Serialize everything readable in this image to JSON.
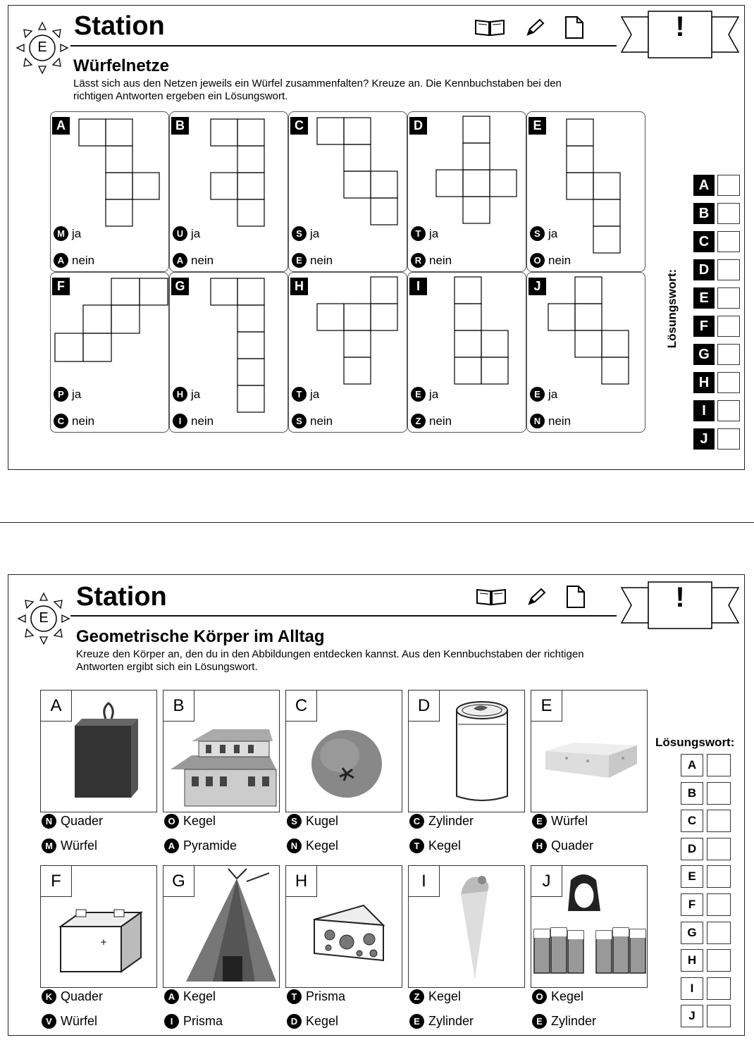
{
  "card1": {
    "level": "E",
    "header": "Station",
    "banner": "!",
    "title": "Würfelnetze",
    "instruction_1": "Lässt sich aus den Netzen jeweils ein Würfel zusammenfalten? Kreuze an. Die Kennbuchstaben bei den",
    "instruction_2": "richtigen Antworten ergeben ein Lösungswort.",
    "nets": [
      {
        "label": "A",
        "yes": {
          "code": "M",
          "text": "ja"
        },
        "no": {
          "code": "A",
          "text": "nein"
        }
      },
      {
        "label": "B",
        "yes": {
          "code": "U",
          "text": "ja"
        },
        "no": {
          "code": "A",
          "text": "nein"
        }
      },
      {
        "label": "C",
        "yes": {
          "code": "S",
          "text": "ja"
        },
        "no": {
          "code": "E",
          "text": "nein"
        }
      },
      {
        "label": "D",
        "yes": {
          "code": "T",
          "text": "ja"
        },
        "no": {
          "code": "R",
          "text": "nein"
        }
      },
      {
        "label": "E",
        "yes": {
          "code": "S",
          "text": "ja"
        },
        "no": {
          "code": "O",
          "text": "nein"
        }
      },
      {
        "label": "F",
        "yes": {
          "code": "P",
          "text": "ja"
        },
        "no": {
          "code": "C",
          "text": "nein"
        }
      },
      {
        "label": "G",
        "yes": {
          "code": "H",
          "text": "ja"
        },
        "no": {
          "code": "I",
          "text": "nein"
        }
      },
      {
        "label": "H",
        "yes": {
          "code": "T",
          "text": "ja"
        },
        "no": {
          "code": "S",
          "text": "nein"
        }
      },
      {
        "label": "I",
        "yes": {
          "code": "E",
          "text": "ja"
        },
        "no": {
          "code": "Z",
          "text": "nein"
        }
      },
      {
        "label": "J",
        "yes": {
          "code": "E",
          "text": "ja"
        },
        "no": {
          "code": "N",
          "text": "nein"
        }
      }
    ],
    "solution_label": "Lösungswort:",
    "solution_letters": [
      "A",
      "B",
      "C",
      "D",
      "E",
      "F",
      "G",
      "H",
      "I",
      "J"
    ]
  },
  "card2": {
    "level": "E",
    "header": "Station",
    "banner": "!",
    "title": "Geometrische Körper im Alltag",
    "instruction_1": "Kreuze den Körper an, den du in den Abbildungen entdecken kannst. Aus den Kennbuchstaben der richtigen",
    "instruction_2": "Antworten ergibt sich ein Lösungswort.",
    "items": [
      {
        "label": "A",
        "picture": "suitcase",
        "o1": {
          "code": "N",
          "text": "Quader"
        },
        "o2": {
          "code": "M",
          "text": "Würfel"
        }
      },
      {
        "label": "B",
        "picture": "house",
        "o1": {
          "code": "O",
          "text": "Kegel"
        },
        "o2": {
          "code": "A",
          "text": "Pyramide"
        }
      },
      {
        "label": "C",
        "picture": "tomato",
        "o1": {
          "code": "S",
          "text": "Kugel"
        },
        "o2": {
          "code": "N",
          "text": "Kegel"
        }
      },
      {
        "label": "D",
        "picture": "can",
        "o1": {
          "code": "C",
          "text": "Zylinder"
        },
        "o2": {
          "code": "T",
          "text": "Kegel"
        }
      },
      {
        "label": "E",
        "picture": "sugar-cube",
        "o1": {
          "code": "E",
          "text": "Würfel"
        },
        "o2": {
          "code": "H",
          "text": "Quader"
        }
      },
      {
        "label": "F",
        "picture": "battery",
        "o1": {
          "code": "K",
          "text": "Quader"
        },
        "o2": {
          "code": "V",
          "text": "Würfel"
        }
      },
      {
        "label": "G",
        "picture": "tipi",
        "o1": {
          "code": "A",
          "text": "Kegel"
        },
        "o2": {
          "code": "I",
          "text": "Prisma"
        }
      },
      {
        "label": "H",
        "picture": "cheese",
        "o1": {
          "code": "T",
          "text": "Prisma"
        },
        "o2": {
          "code": "D",
          "text": "Kegel"
        }
      },
      {
        "label": "I",
        "picture": "ice-cream-cone",
        "o1": {
          "code": "Z",
          "text": "Kegel"
        },
        "o2": {
          "code": "E",
          "text": "Zylinder"
        }
      },
      {
        "label": "J",
        "picture": "woman-with-beer-glasses",
        "o1": {
          "code": "O",
          "text": "Kegel"
        },
        "o2": {
          "code": "E",
          "text": "Zylinder"
        }
      }
    ],
    "solution_label": "Lösungswort:",
    "solution_letters": [
      "A",
      "B",
      "C",
      "D",
      "E",
      "F",
      "G",
      "H",
      "I",
      "J"
    ]
  },
  "icons": [
    "book-icon",
    "pencil-icon",
    "page-icon",
    "banner-icon",
    "sun-icon"
  ]
}
